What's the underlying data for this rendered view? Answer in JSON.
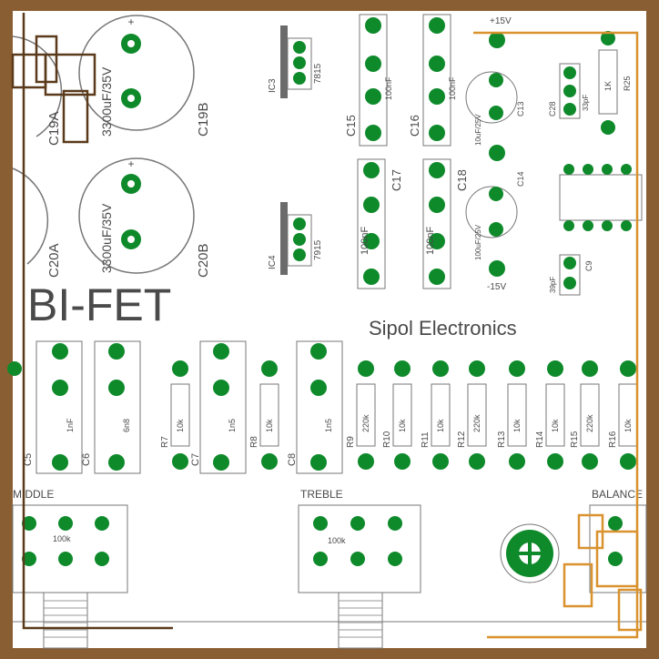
{
  "board": {
    "title": "BI-FET",
    "maker": "Sipol Electronics",
    "rail_pos": "+15V",
    "rail_neg": "-15V"
  },
  "colors": {
    "frame": "#8a5e33",
    "board": "#ffffff",
    "pad": "#0e8a2b",
    "silk": "#4a4a4a",
    "ic_body": "#6b6b6b"
  },
  "caps": [
    {
      "ref": "C19B",
      "value": "3300uF/35V"
    },
    {
      "ref": "C20B",
      "value": "3300uF/35V"
    },
    {
      "ref": "C19A",
      "value": ""
    },
    {
      "ref": "C20A",
      "value": ""
    },
    {
      "ref": "C13",
      "value": "10uF/25V"
    },
    {
      "ref": "C14",
      "value": "100uF/25V"
    },
    {
      "ref": "C15",
      "value": "100nF"
    },
    {
      "ref": "C16",
      "value": "100nF"
    },
    {
      "ref": "C17",
      "value": "100nF"
    },
    {
      "ref": "C18",
      "value": "100nF"
    },
    {
      "ref": "C28",
      "value": "33pF"
    },
    {
      "ref": "C9",
      "value": "39pF"
    }
  ],
  "ics": [
    {
      "ref": "IC3",
      "value": "7815"
    },
    {
      "ref": "IC4",
      "value": "7915"
    }
  ],
  "bottom_caps": [
    {
      "ref": "C5",
      "value": "1nF"
    },
    {
      "ref": "C6",
      "value": "6n8"
    },
    {
      "ref": "C7",
      "value": "1n5"
    },
    {
      "ref": "C8",
      "value": "1n5"
    }
  ],
  "resistors": [
    {
      "ref": "R7",
      "value": "10k"
    },
    {
      "ref": "R8",
      "value": "10k"
    },
    {
      "ref": "R9",
      "value": "220k"
    },
    {
      "ref": "R10",
      "value": "10k"
    },
    {
      "ref": "R11",
      "value": "10k"
    },
    {
      "ref": "R12",
      "value": "220k"
    },
    {
      "ref": "R13",
      "value": "10k"
    },
    {
      "ref": "R14",
      "value": "10k"
    },
    {
      "ref": "R15",
      "value": "220k"
    },
    {
      "ref": "R16",
      "value": "10k"
    },
    {
      "ref": "R25",
      "value": "1K"
    }
  ],
  "pots": [
    {
      "label": "MIDDLE",
      "value": "100k"
    },
    {
      "label": "TREBLE",
      "value": "100k"
    },
    {
      "label": "BALANCE",
      "value": ""
    }
  ]
}
